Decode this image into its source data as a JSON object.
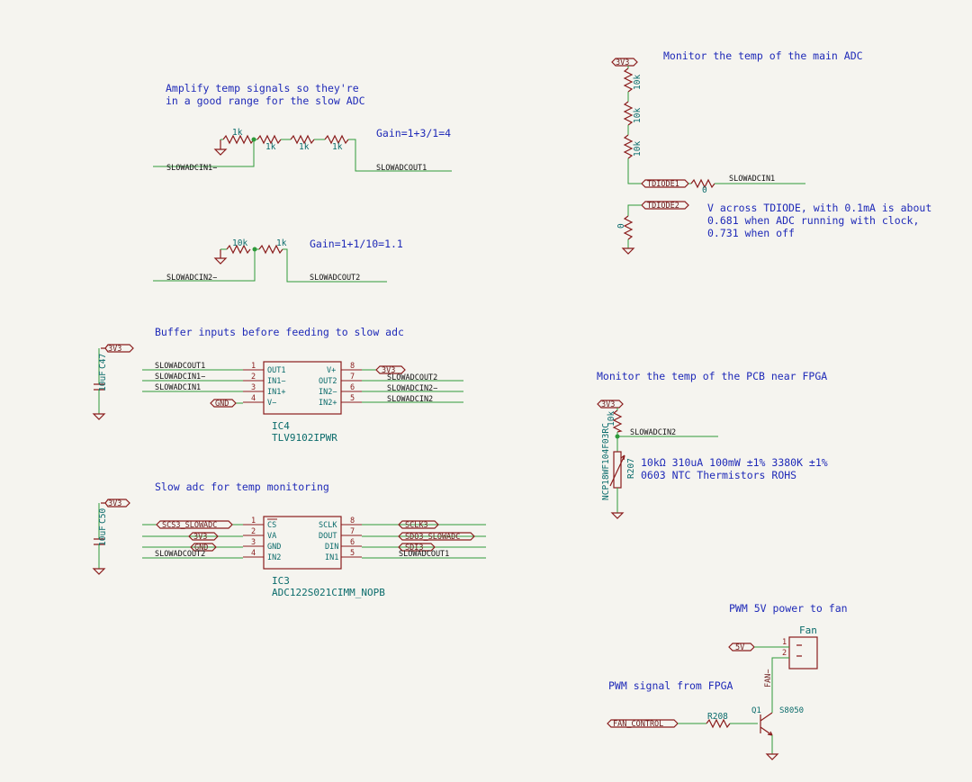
{
  "notes": {
    "amp_title_1": "Amplify temp signals so they're",
    "amp_title_2": "in a good range for the slow ADC",
    "gain1": "Gain=1+3/1=4",
    "gain2": "Gain=1+1/10=1.1",
    "buffer_title": "Buffer inputs before feeding to slow adc",
    "slowadc_title": "Slow adc for temp monitoring",
    "monitor_main": "Monitor the temp of the main ADC",
    "tdiode_note_1": "V across TDIODE, with 0.1mA is about",
    "tdiode_note_2": "0.681 when ADC running with clock,",
    "tdiode_note_3": "0.731 when off",
    "monitor_pcb": "Monitor the temp of the PCB near FPGA",
    "thermistor_desc_1": "10kΩ 310uA 100mW ±1% 3380K ±1%",
    "thermistor_desc_2": "0603 NTC Thermistors ROHS",
    "pwm_title": "PWM 5V power to fan",
    "pwm_signal": "PWM signal from FPGA"
  },
  "amp1": {
    "r1": "1k",
    "r2": "1k",
    "r3": "1k",
    "r4": "1k",
    "in": "SLOWADCIN1−",
    "out": "SLOWADCOUT1"
  },
  "amp2": {
    "r1": "10k",
    "r2": "1k",
    "in": "SLOWADCIN2−",
    "out": "SLOWADCOUT2"
  },
  "ic4": {
    "ref": "IC4",
    "part": "TLV9102IPWR",
    "left_pins": [
      {
        "num": "1",
        "name": "OUT1",
        "net": "SLOWADCOUT1"
      },
      {
        "num": "2",
        "name": "IN1−",
        "net": "SLOWADCIN1−"
      },
      {
        "num": "3",
        "name": "IN1+",
        "net": "SLOWADCIN1"
      },
      {
        "num": "4",
        "name": "V−",
        "net": "GND"
      }
    ],
    "right_pins": [
      {
        "num": "8",
        "name": "V+",
        "net": "3V3"
      },
      {
        "num": "7",
        "name": "OUT2",
        "net": "SLOWADCOUT2"
      },
      {
        "num": "6",
        "name": "IN2−",
        "net": "SLOWADCIN2−"
      },
      {
        "num": "5",
        "name": "IN2+",
        "net": "SLOWADCIN2"
      }
    ],
    "cap": "10uF",
    "cap_ref": "C47",
    "power": "3V3"
  },
  "ic3": {
    "ref": "IC3",
    "part": "ADC122S021CIMM_NOPB",
    "left_pins": [
      {
        "num": "1",
        "name": "CS",
        "net": "SCS3_SLOWADC"
      },
      {
        "num": "2",
        "name": "VA",
        "net": "3V3"
      },
      {
        "num": "3",
        "name": "GND",
        "net": "GND"
      },
      {
        "num": "4",
        "name": "IN2",
        "net": "SLOWADCOUT2"
      }
    ],
    "right_pins": [
      {
        "num": "8",
        "name": "SCLK",
        "net": "SCLK3"
      },
      {
        "num": "7",
        "name": "DOUT",
        "net": "SDO3_SLOWADC"
      },
      {
        "num": "6",
        "name": "DIN",
        "net": "SDI3"
      },
      {
        "num": "5",
        "name": "IN1",
        "net": "SLOWADCOUT1"
      }
    ],
    "cap": "10uF",
    "cap_ref": "C50",
    "power": "3V3"
  },
  "tdiode": {
    "power": "3V3",
    "r1": "10k",
    "r2": "10k",
    "r3": "10k",
    "label1": "TDIODE1",
    "label2": "TDIODE2",
    "rs": "0",
    "rb": "0",
    "net": "SLOWADCIN1"
  },
  "pcb": {
    "power": "3V3",
    "r": "10k",
    "net": "SLOWADCIN2",
    "th_ref": "R207",
    "th_part": "NCP18WF104F03RC"
  },
  "fan": {
    "title": "Fan",
    "pin1": "1",
    "pin2": "2",
    "power": "5V",
    "fan_net": "FAN−",
    "q_ref": "Q1",
    "q_part": "S8050",
    "r_ref": "R208",
    "ctrl": "FAN_CONTROL"
  }
}
